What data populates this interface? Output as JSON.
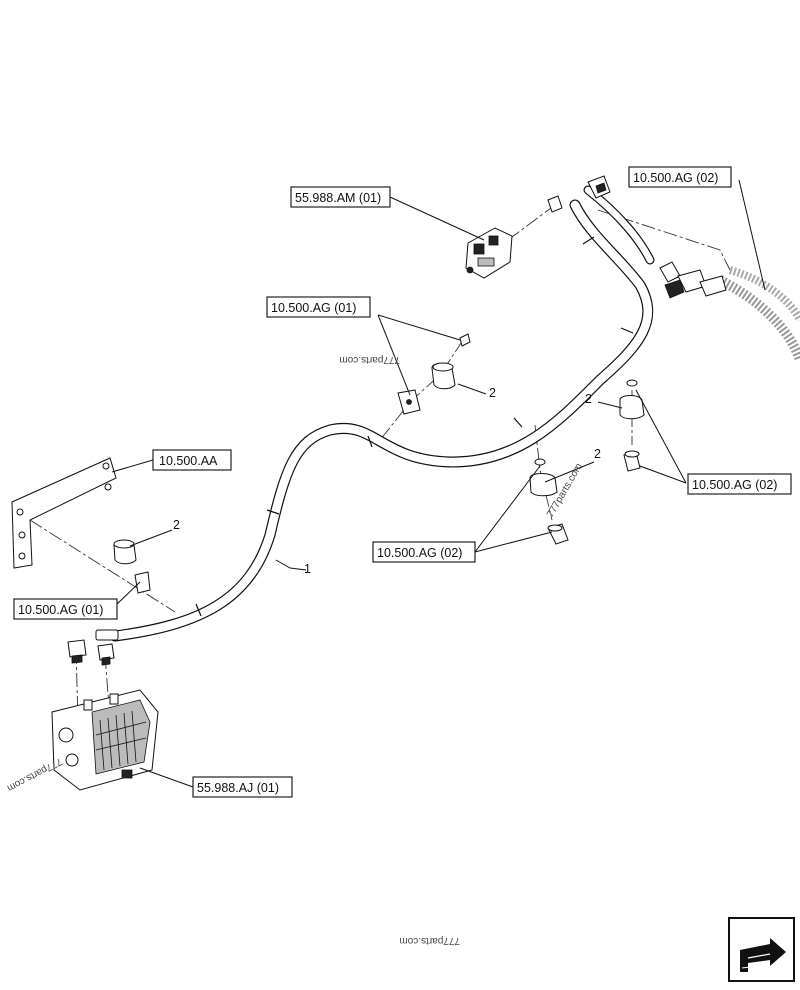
{
  "references": {
    "am01": "55.988.AM (01)",
    "ag02_top": "10.500.AG (02)",
    "ag01_mid": "10.500.AG (01)",
    "aa": "10.500.AA",
    "ag02_right": "10.500.AG (02)",
    "ag02_center": "10.500.AG (02)",
    "ag01_left": "10.500.AG (01)",
    "aj01": "55.988.AJ (01)"
  },
  "callouts": {
    "hose": "1",
    "clamp_mid": "2",
    "clamp_right": "2",
    "clamp_center": "2",
    "clamp_left": "2"
  },
  "watermarks": {
    "upper": "777parts.com",
    "diagonal": "777parts.com",
    "left": "777parts.com",
    "bottom": "777parts.com"
  },
  "nav_icon": "next-page-arrow-icon"
}
